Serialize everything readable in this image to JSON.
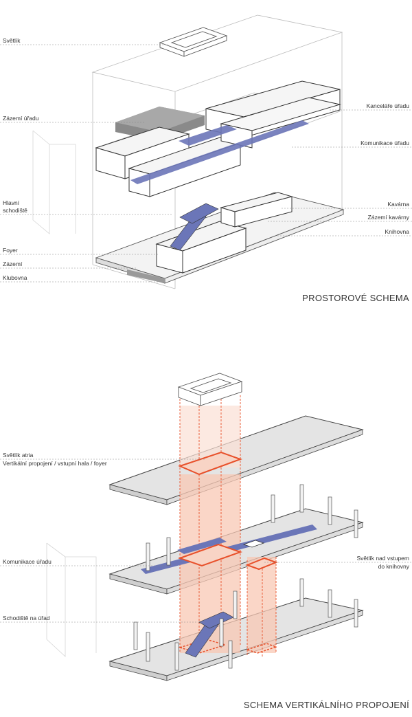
{
  "diagram1": {
    "title": "PROSTOROVÉ SCHEMA",
    "labels_left": [
      "Světlík",
      "Zázemí úřadu",
      "Hlavní",
      "schodiště",
      "Foyer",
      "Zázemí",
      "Klubovna"
    ],
    "labels_right": [
      "Kanceláře úřadu",
      "Komunikace úřadu",
      "Kavárna",
      "Zázemí kavárny",
      "Knihovna"
    ]
  },
  "diagram2": {
    "title": "SCHEMA VERTIKÁLNÍHO PROPOJENÍ",
    "labels_left": [
      "Světlík atria",
      "Vertikální propojení / vstupní hala / foyer",
      "Komunikace úřadu",
      "Schodiště na úřad"
    ],
    "labels_right": [
      "Světlík nad vstupem",
      "do knihovny"
    ]
  },
  "colors": {
    "circulation": "#6b76b8",
    "vertical": "#e8502a",
    "atrium_fill": "#f8c8b4",
    "slab": "#e4e4e4",
    "wall": "#999999"
  }
}
